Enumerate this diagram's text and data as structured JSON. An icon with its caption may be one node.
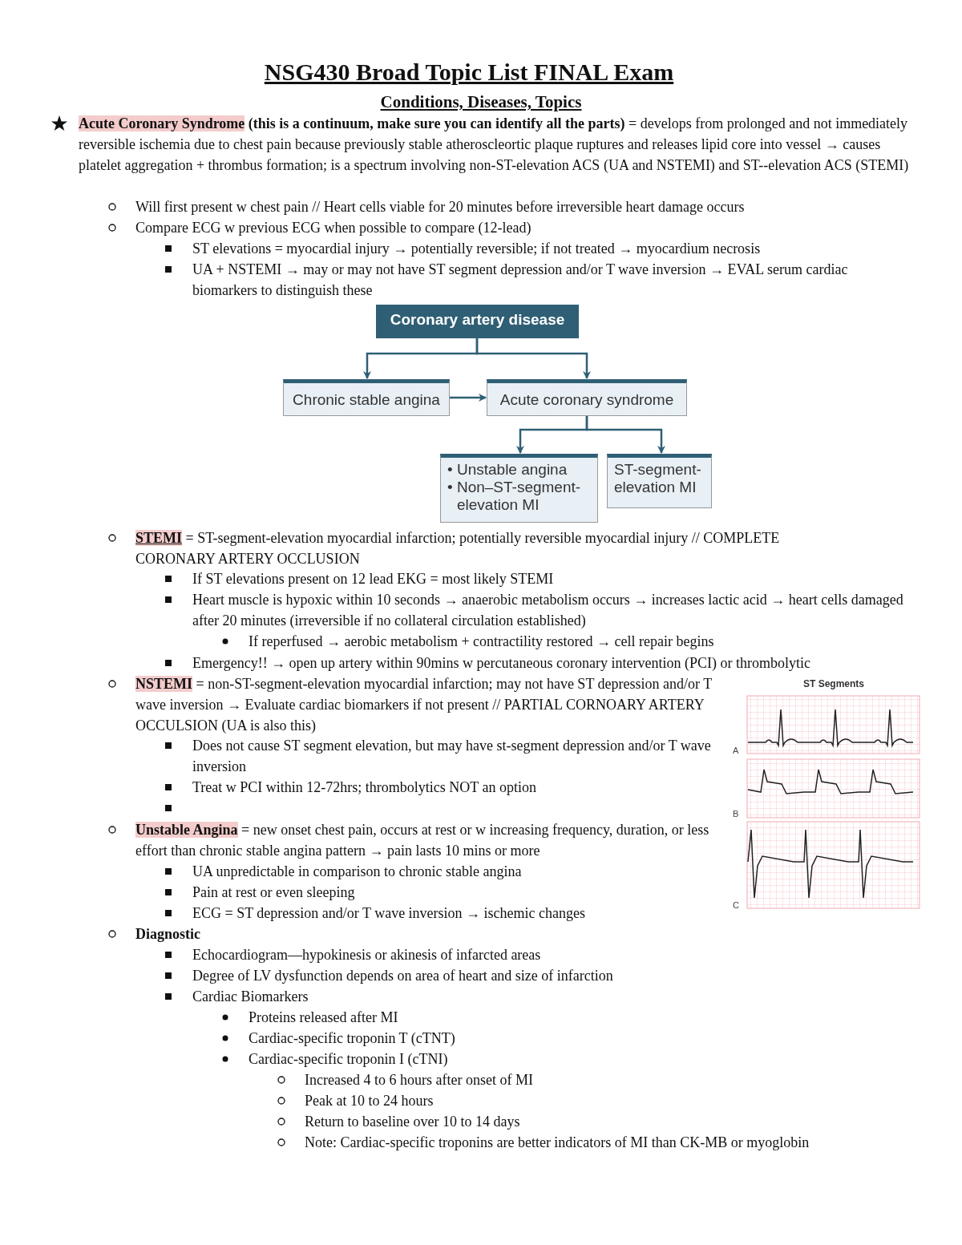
{
  "diagram": {
    "title": "NSG430 Broad Topic List FINAL Exam",
    "nodes": [
      {
        "text": [
          "Coronary artery disease"
        ]
      },
      {
        "text": [
          "Chronic stable angina"
        ]
      },
      {
        "text": [
          "Acute coronary syndrome"
        ]
      },
      {
        "text": [
          "• Unstable angina",
          "• Non–ST-segment-elevation MI"
        ]
      },
      {
        "text": [
          "ST-segment-elevation MI"
        ]
      }
    ],
    "edges": [
      {
        "from": 0,
        "to": 1,
        "arrow": "to"
      },
      {
        "from": 0,
        "to": 2,
        "arrow": "to"
      },
      {
        "from": 1,
        "to": 2,
        "arrow": "to"
      },
      {
        "from": 2,
        "to": 3,
        "arrow": "to"
      },
      {
        "from": 2,
        "to": 4,
        "arrow": "to"
      }
    ],
    "labels": [
      "Conditions, Diseases, Topics",
      "**Acute Coronary Syndrome** **(this is a continuum, make sure you can identify all the parts)** = develops from prolonged and not immediately reversible ischemia due to chest pain because previously stable atheroscleortic plaque ruptures and releases lipid core into vessel → causes platelet aggregation + thrombus formation; is a spectrum involving non-ST-elevation ACS (UA and NSTEMI) and ST--elevation ACS (STEMI)",
      "Will first present w chest pain // Heart cells viable for 20 minutes before irreversible heart damage occurs",
      "Compare ECG w previous ECG when possible to compare (12-lead)",
      "ST elevations = myocardial injury → potentially reversible; if not treated → myocardium necrosis",
      "UA + NSTEMI → may or may not have ST segment depression and/or T wave inversion → EVAL serum cardiac biomarkers to distinguish these",
      "**STEMI** = ST-segment-elevation myocardial infarction; potentially reversible myocardial injury // COMPLETE CORONARY ARTERY OCCLUSION",
      "If ST elevations present on 12 lead EKG = most likely STEMI",
      "Heart muscle is hypoxic within 10 seconds → anaerobic metabolism occurs → increases lactic acid → heart cells damaged after 20 minutes (irreversible if no collateral circulation established)",
      "If reperfused → aerobic metabolism + contractility restored → cell repair begins",
      "Emergency!! → open up artery within 90mins w percutaneous coronary intervention (PCI) or thrombolytic",
      "**NSTEMI** = non-ST-segment-elevation myocardial infarction; may not have ST depression and/or T wave inversion → Evaluate cardiac biomarkers if not present // PARTIAL CORNOARY ARTERY OCCULSION (UA is also this)",
      "Does not cause ST segment elevation, but may have st-segment depression and/or T wave inversion",
      "Treat w PCI within 12-72hrs; thrombolytics NOT an option",
      "**Unstable Angina** = new onset chest pain, occurs at rest or w increasing frequency, duration, or less effort than chronic stable angina pattern → pain lasts 10 mins or more",
      "UA unpredictable in comparison to chronic stable angina",
      "Pain at rest or even sleeping",
      "ECG = ST depression and/or T wave inversion → ischemic changes",
      "Diagnostic",
      "Echocardiogram—hypokinesis or akinesis of infarcted areas",
      "Degree of LV dysfunction depends on area of heart and size of infarction",
      "Cardiac Biomarkers",
      "Proteins released after MI",
      "Cardiac-specific troponin T (cTNT)",
      "Cardiac-specific troponin I (cTNI)",
      "Increased 4 to 6 hours after onset of MI",
      "Peak at 10 to 24 hours",
      "Return to baseline over 10 to 14 days",
      "Note: Cardiac-specific troponins are better indicators of MI than CK-MB or myoglobin",
      "ST Segments",
      "A",
      "B",
      "C"
    ]
  }
}
